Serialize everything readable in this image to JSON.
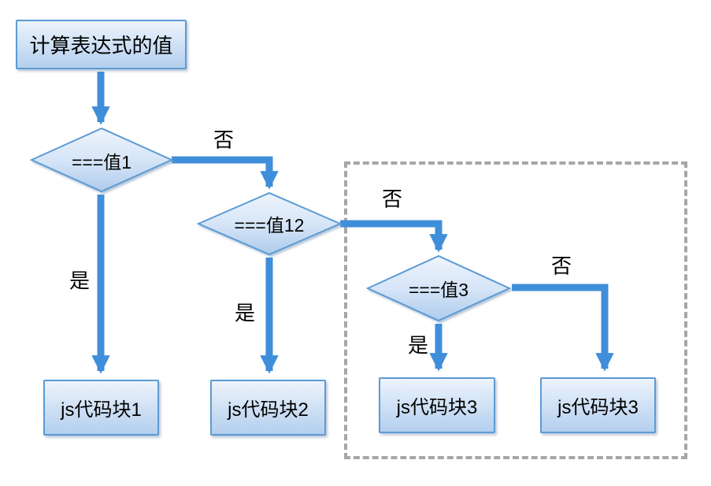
{
  "flowchart": {
    "start_label": "计算表达式的值",
    "decisions": [
      {
        "label": "===值1",
        "no": "否",
        "yes": "是"
      },
      {
        "label": "===值12",
        "no": "否",
        "yes": "是"
      },
      {
        "label": "===值3",
        "no": "否",
        "yes": "是"
      }
    ],
    "code_blocks": [
      "js代码块1",
      "js代码块2",
      "js代码块3",
      "js代码块3"
    ],
    "colors": {
      "arrow": "#3f8eda",
      "shape_border": "#5b9bd5",
      "shape_fill_top": "#eef4fc",
      "shape_fill_bottom": "#b3cfee",
      "dashed_group_border": "#a6a6a6",
      "text": "#000000",
      "background": "#ffffff"
    }
  }
}
